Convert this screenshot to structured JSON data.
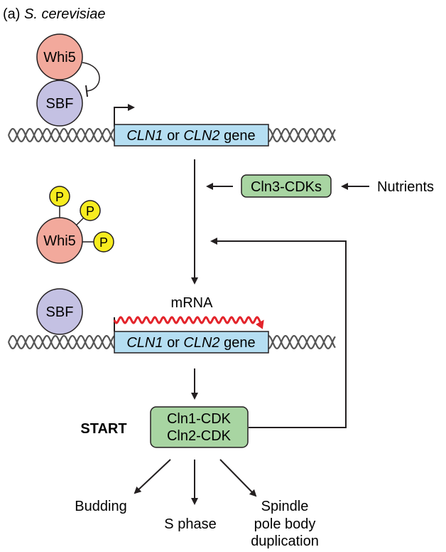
{
  "panel": {
    "letter": "(a)",
    "species": "S. cerevisiae"
  },
  "proteins": {
    "whi5": "Whi5",
    "sbf": "SBF",
    "phospho": "P"
  },
  "gene": {
    "italic1": "CLN1",
    "or": "or",
    "italic2": "CLN2",
    "suffix": "gene"
  },
  "mrna": "mRNA",
  "cln3": "Cln3-CDKs",
  "nutrients": "Nutrients",
  "start": "START",
  "cdk": {
    "line1": "Cln1-CDK",
    "line2": "Cln2-CDK"
  },
  "outputs": {
    "budding": "Budding",
    "s_phase": "S phase",
    "spindle": [
      "Spindle",
      "pole body",
      "duplication"
    ]
  },
  "colors": {
    "whi5_fill": "#f2a99c",
    "sbf_fill": "#c4c1e3",
    "phospho_fill": "#f7ec1f",
    "gene_fill": "#b5def2",
    "box_fill": "#a8d5a2",
    "mrna": "#e3242b",
    "dna": "#555555"
  }
}
